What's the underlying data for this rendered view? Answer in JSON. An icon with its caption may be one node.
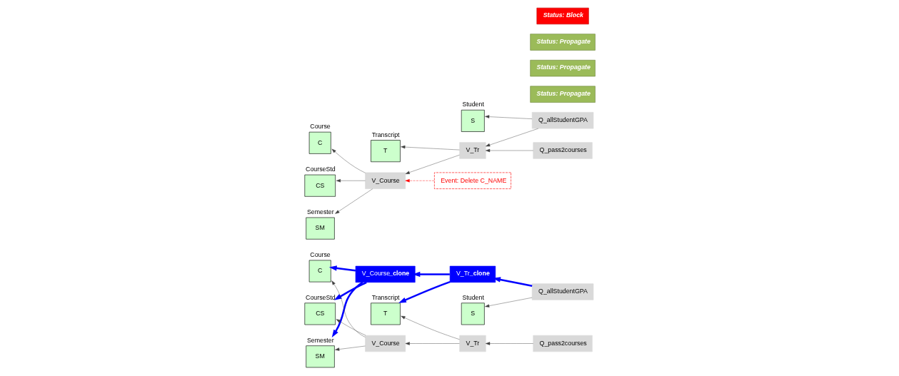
{
  "diagram": {
    "nodes": [
      {
        "text": [
          "Event: Delete C_NAME"
        ]
      },
      {
        "text": [
          "Semester",
          "SM"
        ]
      },
      {
        "text": [
          "Q_pass2courses"
        ]
      },
      {
        "text": [
          "Status: Block"
        ]
      },
      {
        "text": [
          "CourseStd",
          "CS"
        ]
      },
      {
        "text": [
          "V_Course"
        ]
      },
      {
        "text": [
          "V_Tr"
        ]
      },
      {
        "text": [
          "Status: Propagate"
        ]
      },
      {
        "text": [
          "Course",
          "C"
        ]
      },
      {
        "text": [
          "Status: Propagate"
        ]
      },
      {
        "text": [
          "Transcript",
          "T"
        ]
      },
      {
        "text": [
          "Status: Propagate"
        ]
      },
      {
        "text": [
          "Q_allStudentGPA"
        ]
      },
      {
        "text": [
          "Student",
          "S"
        ]
      },
      {
        "text": [
          "Semester",
          "SM"
        ]
      },
      {
        "text": [
          "Q_pass2courses"
        ]
      },
      {
        "text": [
          "V_Course"
        ]
      },
      {
        "text": [
          "V_Tr"
        ]
      },
      {
        "text": [
          "CourseStd",
          "CS"
        ]
      },
      {
        "text": [
          "V_Course**_clone**"
        ]
      },
      {
        "text": [
          "V_Tr**_clone**"
        ]
      },
      {
        "text": [
          "Course",
          "C"
        ]
      },
      {
        "text": [
          "Transcript",
          "T"
        ]
      },
      {
        "text": [
          "Q_allStudentGPA"
        ]
      },
      {
        "text": [
          "Student",
          "S"
        ]
      }
    ],
    "edges": [
      {
        "from": 0,
        "to": 5,
        "arrow": "to",
        "style": "dashed",
        "color": "#ff0000"
      },
      {
        "from": 5,
        "to": 1,
        "arrow": "to"
      },
      {
        "from": 5,
        "to": 4,
        "arrow": "to"
      },
      {
        "from": 5,
        "to": 8,
        "arrow": "to"
      },
      {
        "from": 6,
        "to": 5,
        "arrow": "to"
      },
      {
        "from": 2,
        "to": 6,
        "arrow": "to"
      },
      {
        "from": 12,
        "to": 6,
        "arrow": "to"
      },
      {
        "from": 6,
        "to": 10,
        "arrow": "to"
      },
      {
        "from": 12,
        "to": 13,
        "arrow": "to"
      },
      {
        "from": 15,
        "to": 17,
        "arrow": "to"
      },
      {
        "from": 17,
        "to": 16,
        "arrow": "to"
      },
      {
        "from": 16,
        "to": 14,
        "arrow": "to"
      },
      {
        "from": 16,
        "to": 18,
        "arrow": "to"
      },
      {
        "from": 16,
        "to": 21,
        "arrow": "to"
      },
      {
        "from": 17,
        "to": 22,
        "arrow": "to"
      },
      {
        "from": 20,
        "to": 19,
        "arrow": "to",
        "style": "thick",
        "color": "#0000ff"
      },
      {
        "from": 19,
        "to": 14,
        "arrow": "to",
        "style": "thick",
        "color": "#0000ff"
      },
      {
        "from": 19,
        "to": 18,
        "arrow": "to",
        "style": "thick",
        "color": "#0000ff"
      },
      {
        "from": 19,
        "to": 21,
        "arrow": "to",
        "style": "thick",
        "color": "#0000ff"
      },
      {
        "from": 23,
        "to": 20,
        "arrow": "to",
        "style": "thick",
        "color": "#0000ff"
      },
      {
        "from": 20,
        "to": 22,
        "arrow": "to",
        "style": "thick",
        "color": "#0000ff"
      },
      {
        "from": 23,
        "to": 24,
        "arrow": "to"
      }
    ]
  }
}
